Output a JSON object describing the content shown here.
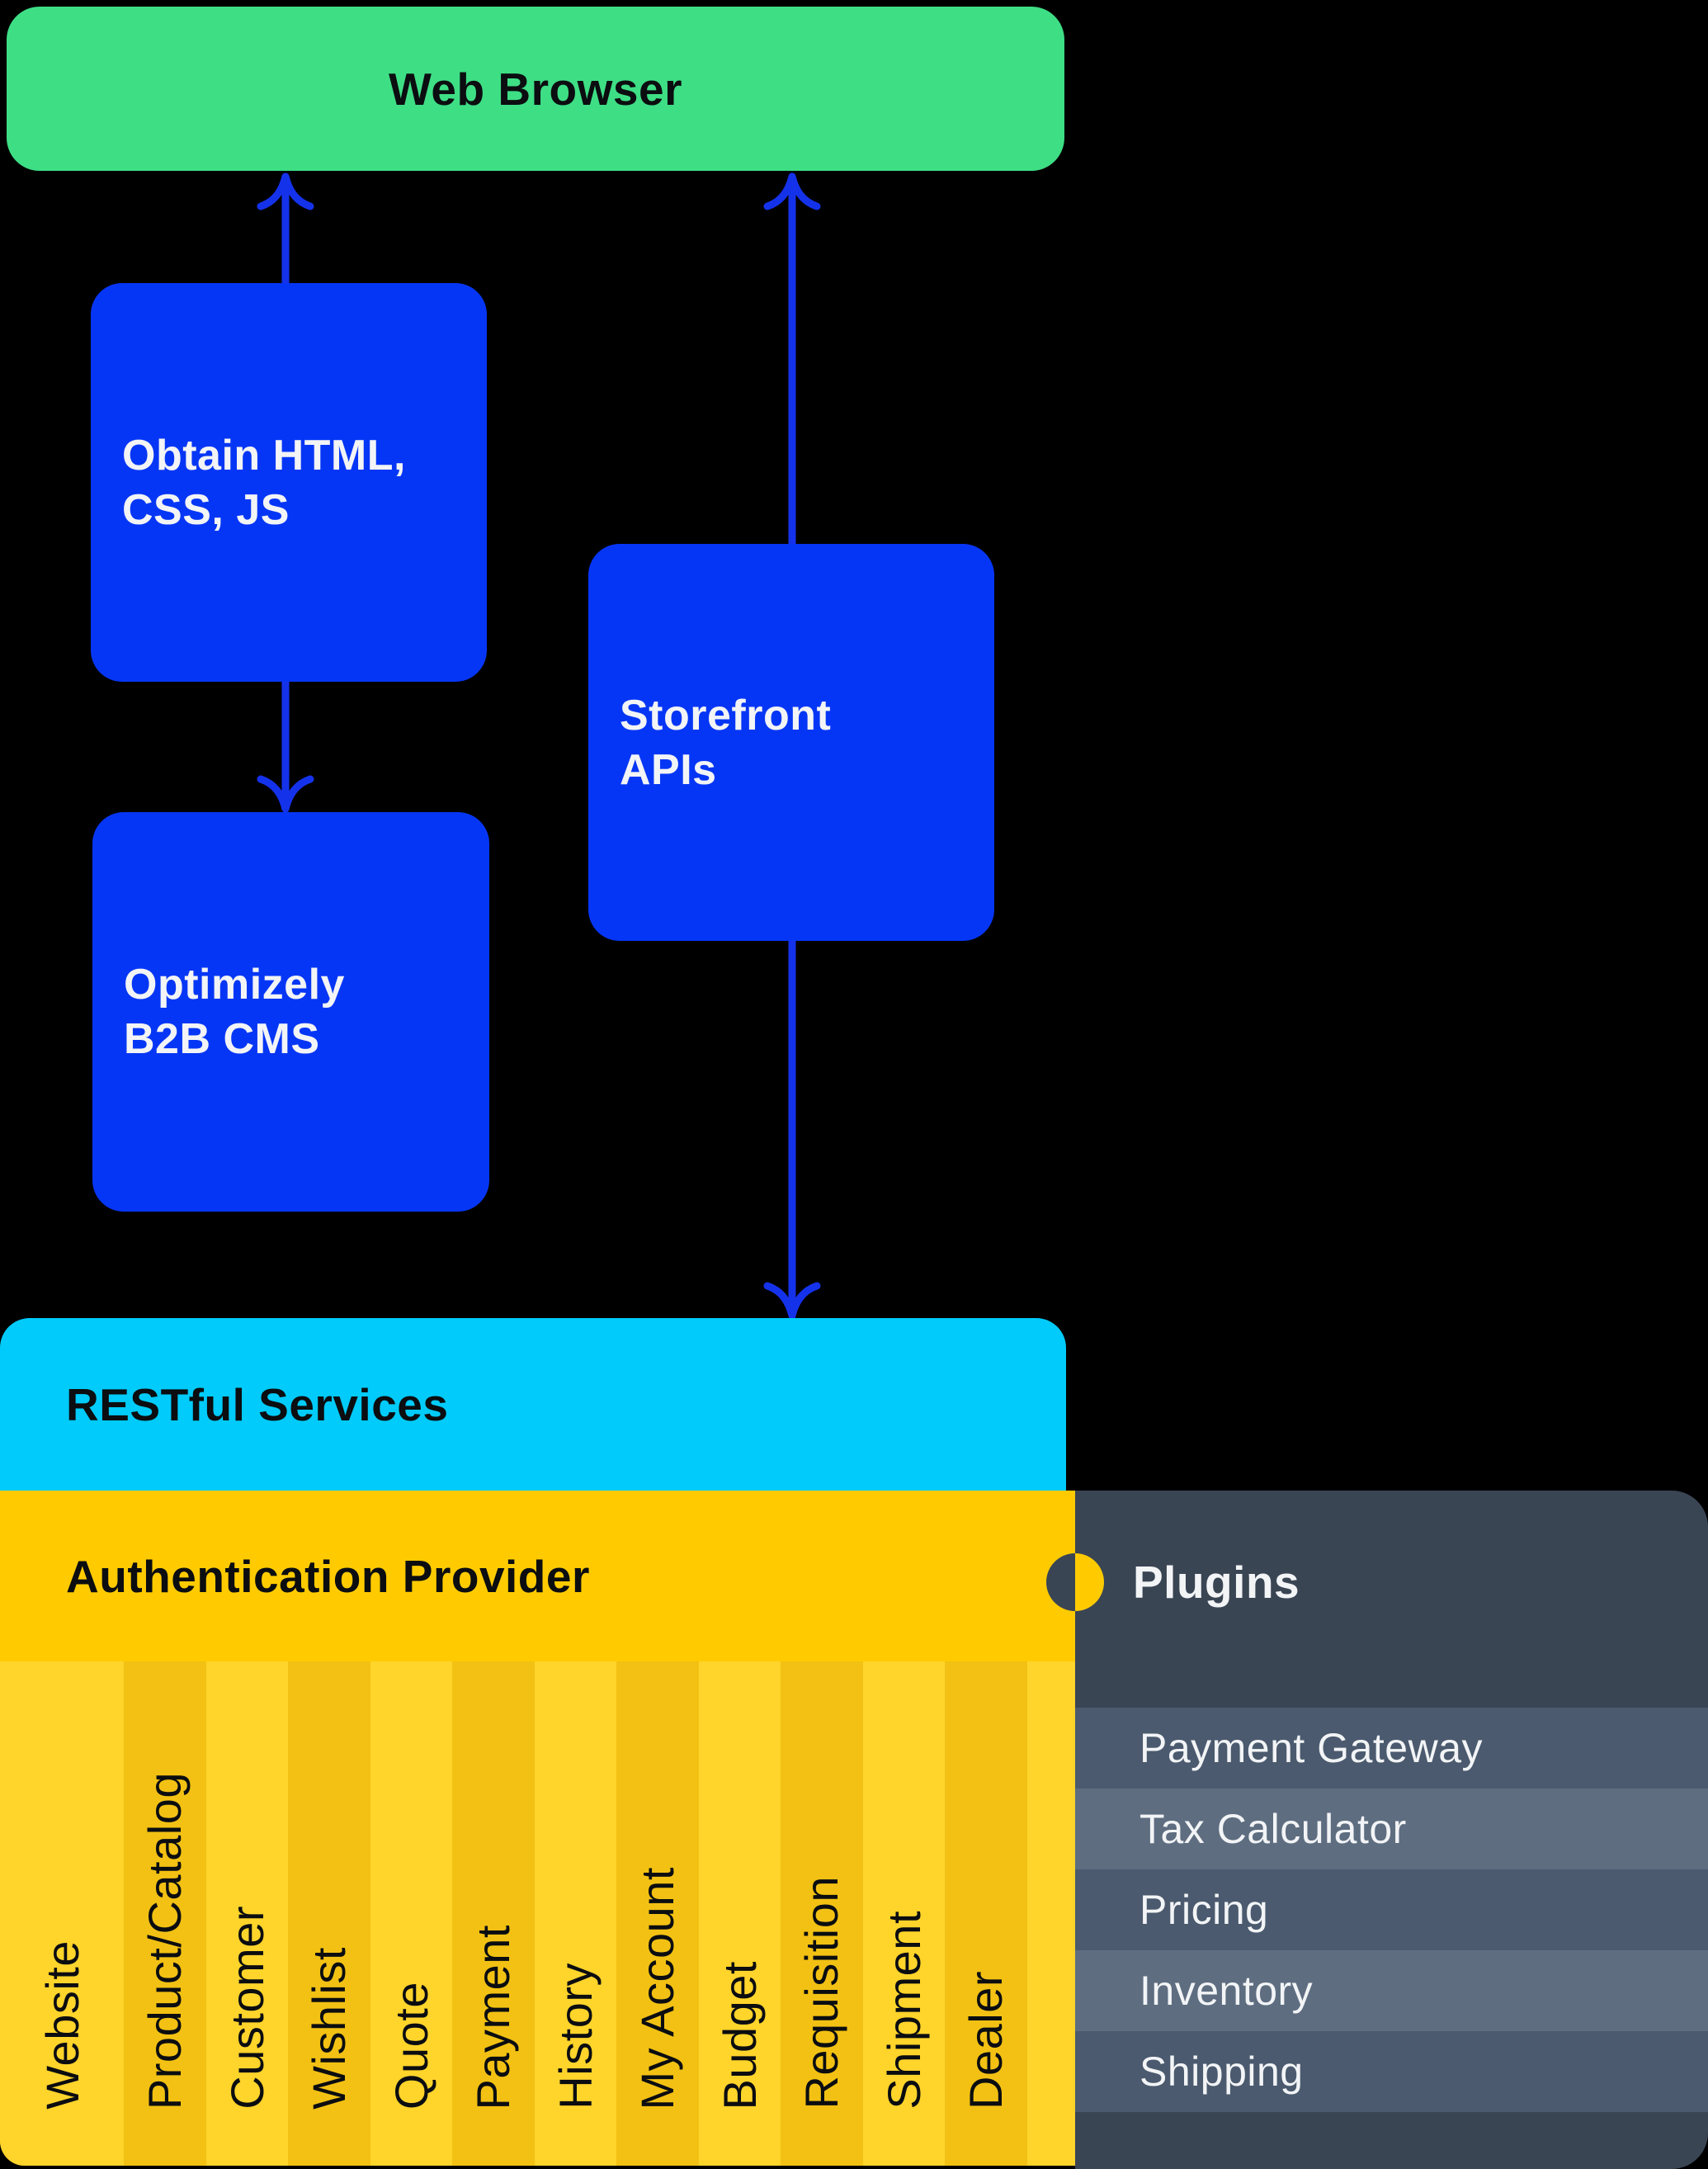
{
  "diagram": {
    "nodes": {
      "web_browser": {
        "label": "Web Browser"
      },
      "obtain_assets": {
        "line1": "Obtain HTML,",
        "line2": "CSS, JS"
      },
      "storefront_apis": {
        "line1": "Storefront",
        "line2": "APIs"
      },
      "b2b_cms": {
        "line1": "Optimizely",
        "line2": "B2B CMS"
      },
      "restful_services": {
        "label": "RESTful Services"
      },
      "authentication_provider": {
        "label": "Authentication Provider"
      },
      "plugins_panel": {
        "title": "Plugins",
        "items": [
          "Payment Gateway",
          "Tax Calculator",
          "Pricing",
          "Inventory",
          "Shipping"
        ]
      }
    },
    "service_columns": [
      "Website",
      "Product/Catalog",
      "Customer",
      "Wishlist",
      "Quote",
      "Payment",
      "History",
      "My Account",
      "Budget",
      "Requisition",
      "Shipment",
      "Dealer"
    ],
    "colors": {
      "background": "#000000",
      "browser_green": "#3EDE85",
      "node_blue": "#0636F5",
      "arrow_blue": "#1532EB",
      "services_cyan": "#00CBFA",
      "yellow_base": "#FFCB00",
      "yellow_column_light": "#FFD42B",
      "yellow_column_dark": "#F2C113",
      "panel_slate": "#3A4554",
      "panel_row_dark": "#4B5A6E",
      "panel_row_light": "#5E6D80",
      "text_dark": "#0B0D10",
      "text_light": "#F2F4F6"
    }
  }
}
